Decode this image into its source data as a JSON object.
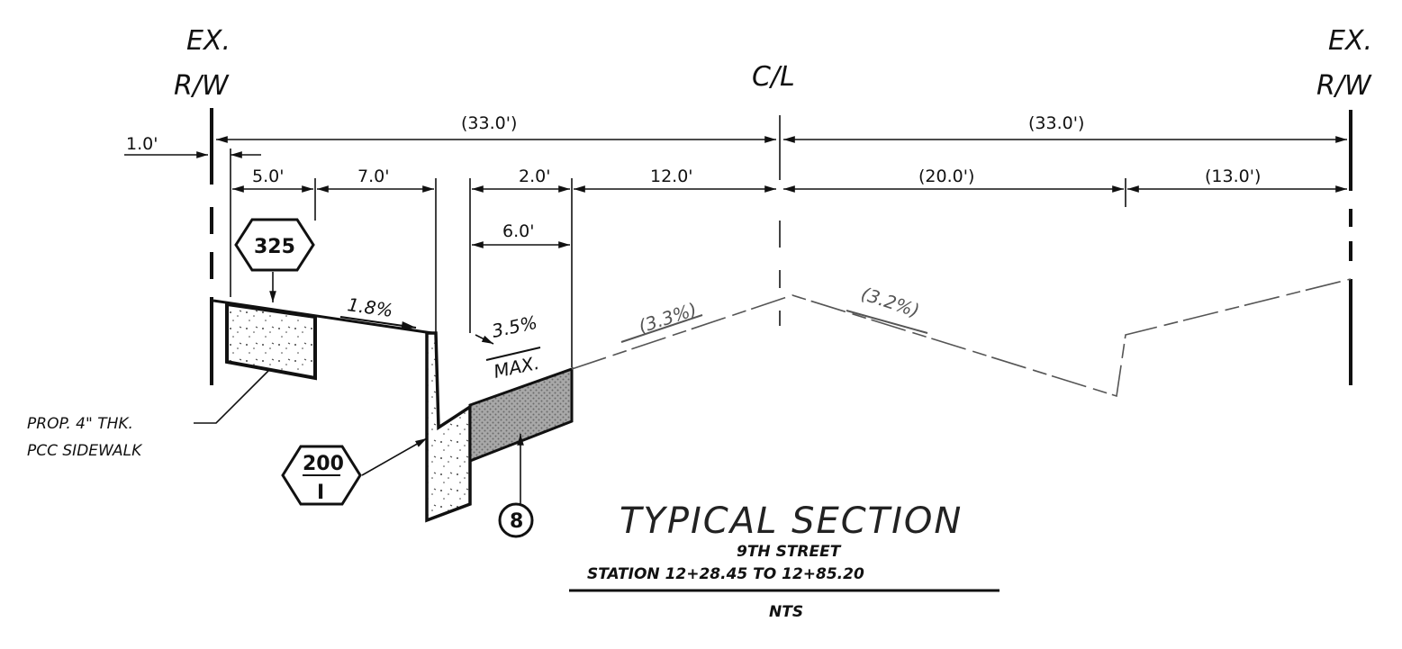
{
  "labels": {
    "row_left_ex": "EX.",
    "row_left_rw": "R/W",
    "centerline": "C/L",
    "row_right_ex": "EX.",
    "row_right_rw": "R/W"
  },
  "dimensions": {
    "left_total": "(33.0')",
    "right_total": "(33.0')",
    "offset": "1.0'",
    "sidewalk": "5.0'",
    "buffer": "7.0'",
    "gutter": "2.0'",
    "lane": "12.0'",
    "pavement_width": "6.0'",
    "right_lane": "(20.0')",
    "right_parkway": "(13.0')"
  },
  "slopes": {
    "sidewalk_slope": "1.8%",
    "pavement_slope_value": "3.5%",
    "pavement_slope_note": "MAX.",
    "existing_left": "(3.3%)",
    "existing_right": "(3.2%)"
  },
  "callouts": {
    "item_325": "325",
    "item_200_top": "200",
    "item_200_bottom": "I",
    "item_8": "8",
    "sidewalk_note_line1": "PROP. 4\" THK.",
    "sidewalk_note_line2": "PCC SIDEWALK"
  },
  "title_block": {
    "title": "TYPICAL SECTION",
    "street": "9TH STREET",
    "station": "STATION 12+28.45 TO 12+85.20",
    "scale": "NTS"
  },
  "colors": {
    "ink": "#111111",
    "hatch": "#9a9a9a",
    "background": "#ffffff"
  }
}
